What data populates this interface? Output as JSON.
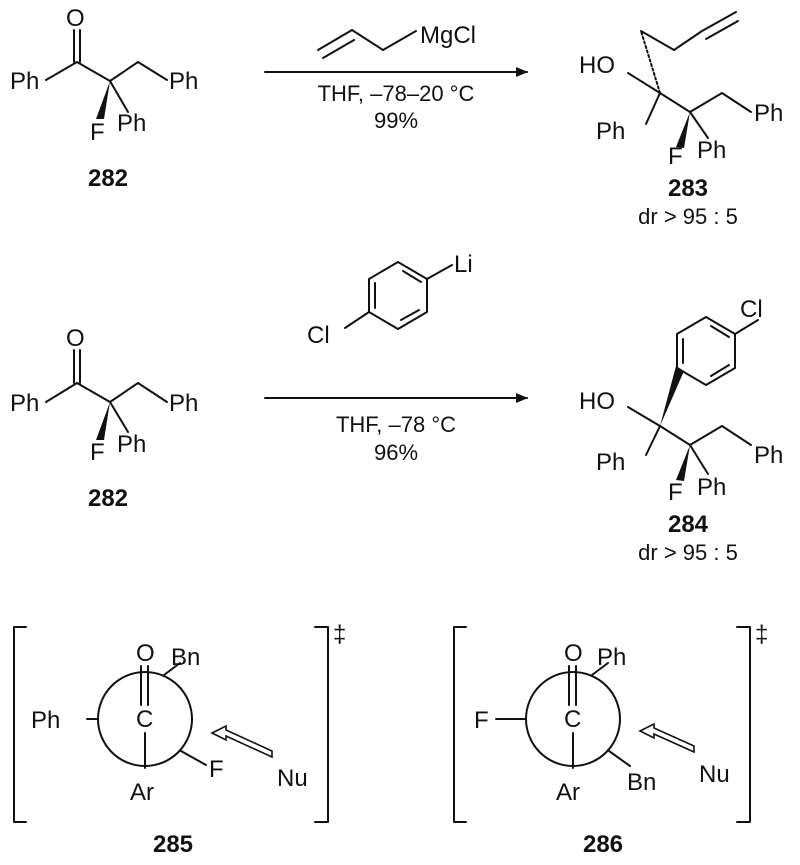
{
  "labels": {
    "ph": "Ph",
    "f": "F",
    "o": "O",
    "ho": "HO",
    "cl": "Cl",
    "li": "Li",
    "mgcl": "MgCl",
    "c": "C",
    "bn": "Bn",
    "ar": "Ar",
    "nu": "Nu",
    "dagger": "‡"
  },
  "reaction1": {
    "reactant_number": "282",
    "conditions": "THF, –78–20 °C",
    "yield": "99%",
    "product_number": "283",
    "dr": "dr > 95 : 5"
  },
  "reaction2": {
    "reactant_number": "282",
    "conditions": "THF, –78 °C",
    "yield": "96%",
    "product_number": "284",
    "dr": "dr > 95 : 5"
  },
  "transition_states": [
    {
      "number": "285"
    },
    {
      "number": "286"
    }
  ]
}
